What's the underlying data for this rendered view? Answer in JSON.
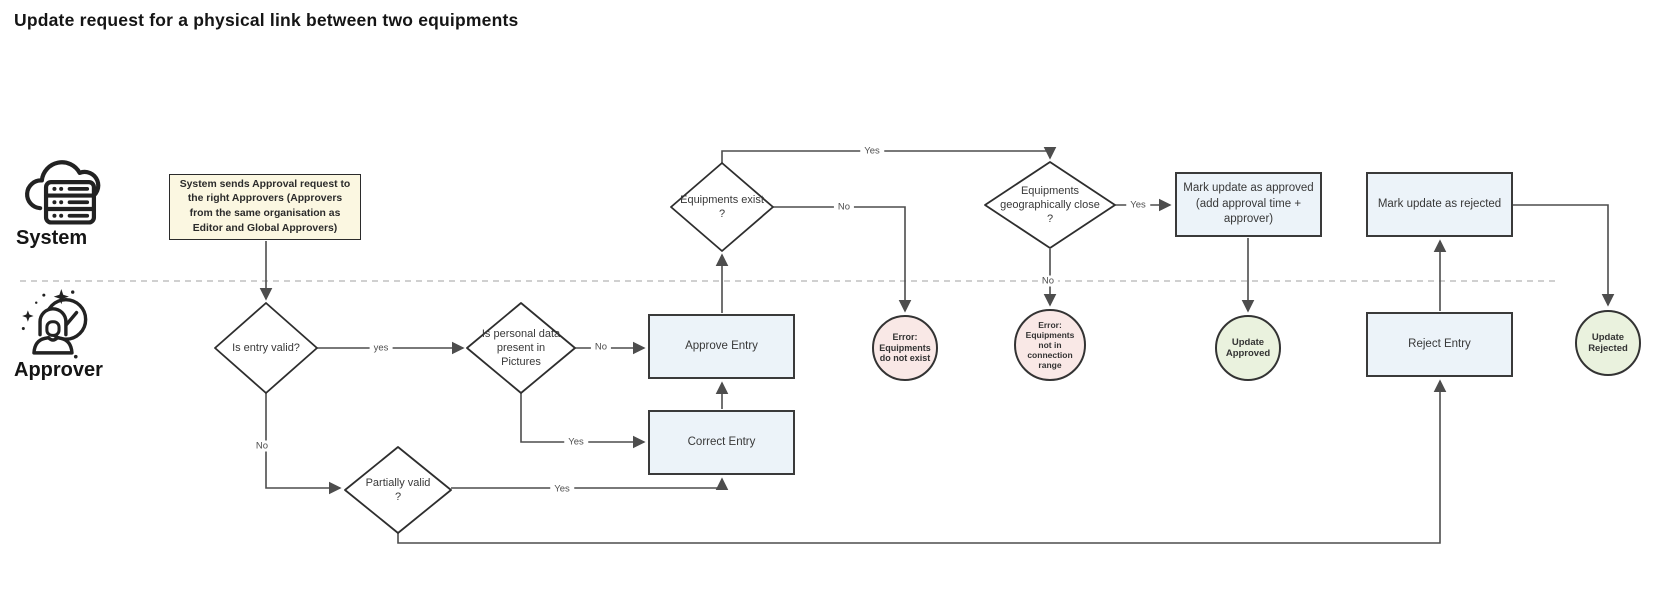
{
  "title": "Update request for a physical link between two equipments",
  "lanes": {
    "system": {
      "label": "System",
      "icon": "cloud-server-icon"
    },
    "approver": {
      "label": "Approver",
      "icon": "person-check-icon"
    }
  },
  "nodes": {
    "note": {
      "text": "System sends Approval request to the right Approvers (Approvers from the same organisation as Editor and Global Approvers)",
      "type": "note"
    },
    "is_entry_valid": {
      "text": "Is entry valid?",
      "type": "decision"
    },
    "is_personal_data": {
      "text": "Is personal data present in Pictures",
      "type": "decision"
    },
    "partially_valid": {
      "text": "Partially valid ?",
      "type": "decision"
    },
    "equipments_exist": {
      "text": "Equipments exist ?",
      "type": "decision"
    },
    "geo_close": {
      "text": "Equipments geographically close ?",
      "type": "decision"
    },
    "approve_entry": {
      "text": "Approve Entry",
      "type": "process"
    },
    "correct_entry": {
      "text": "Correct Entry",
      "type": "process"
    },
    "reject_entry": {
      "text": "Reject Entry",
      "type": "process"
    },
    "mark_approved": {
      "text": "Mark update as approved (add approval time + approver)",
      "type": "process"
    },
    "mark_rejected": {
      "text": "Mark update as rejected",
      "type": "process"
    },
    "error_not_exist": {
      "text": "Error: Equipments do not exist",
      "type": "end-error"
    },
    "error_range": {
      "text": "Error: Equipments not in connection range",
      "type": "end-error"
    },
    "update_approved": {
      "text": "Update Approved",
      "type": "end-success"
    },
    "update_rejected": {
      "text": "Update Rejected",
      "type": "end-success"
    }
  },
  "edges": {
    "entry_yes": "yes",
    "entry_no": "No",
    "personal_no": "No",
    "personal_yes": "Yes",
    "partial_yes": "Yes",
    "exist_yes": "Yes",
    "exist_no": "No",
    "geo_yes": "Yes",
    "geo_no": "No"
  },
  "colors": {
    "node-blue": "#ecf3f9",
    "note-yellow": "#fbf7e1",
    "status-pink": "#f9e8e6",
    "status-green": "#eaf2de",
    "line": "#4d4d4d",
    "border": "#333333"
  }
}
